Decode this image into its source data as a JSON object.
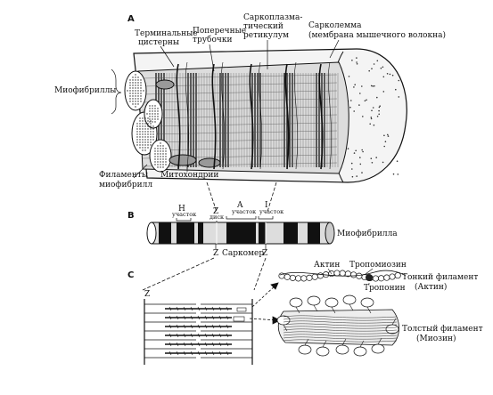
{
  "panels": {
    "a": "A",
    "b": "B",
    "c": "C"
  },
  "labels_a": {
    "terminal_cisterns_1": "Терминальные",
    "terminal_cisterns_2": "цистерны",
    "t_tubules_1": "Поперечные",
    "t_tubules_2": "трубочки",
    "sr_1": "Саркоплазма-",
    "sr_2": "тический",
    "sr_3": "ретикулум",
    "sarcolemma_1": "Сарколемма",
    "sarcolemma_2": "(мембрана мышечного волокна)",
    "myofibrils": "Миофибриллы",
    "filaments_1": "Филаменты",
    "filaments_2": "миофибрилл",
    "mitochondria": "Митохондрии"
  },
  "labels_b": {
    "h_1": "H",
    "h_2": "участок",
    "z_1": "Z",
    "z_2": "диск",
    "a_1": "A",
    "a_2": "участок",
    "i_1": "I",
    "i_2": "участок",
    "myofibril": "Миофибрилла",
    "z_left": "Z",
    "sarcomere": "Саркомер",
    "z_right": "Z"
  },
  "labels_c": {
    "z": "Z",
    "actin": "Актин",
    "tropomyosin": "Тропомиозин",
    "troponin": "Тропонин",
    "thin_1": "Тонкий филамент",
    "thin_2": "(Актин)",
    "thick_1": "Толстый филамент",
    "thick_2": "(Миозин)"
  }
}
